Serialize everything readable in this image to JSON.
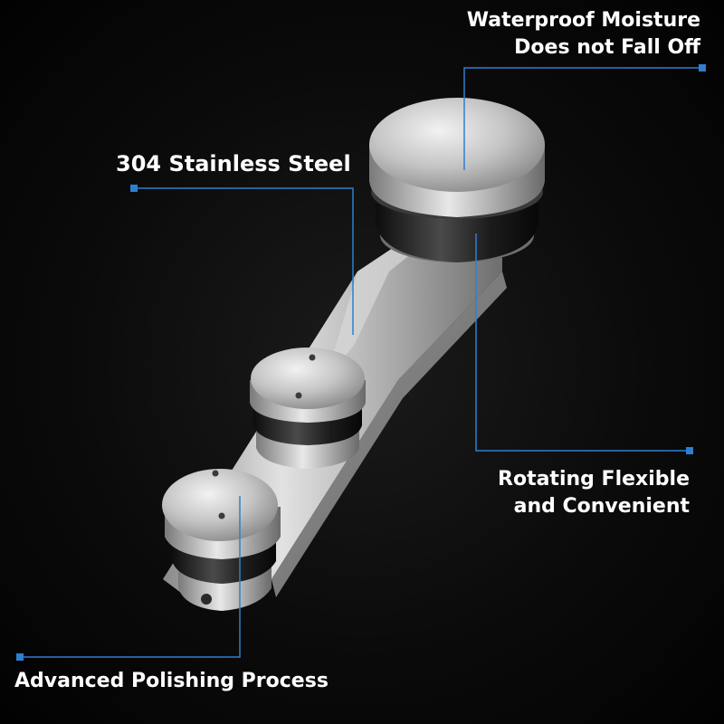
{
  "annotations": {
    "waterproof": {
      "line1": "Waterproof Moisture",
      "line2": "Does not Fall Off"
    },
    "steel": {
      "text": "304 Stainless Steel"
    },
    "rotating": {
      "line1": "Rotating Flexible",
      "line2": "and Convenient"
    },
    "polishing": {
      "text": "Advanced Polishing Process"
    }
  },
  "colors": {
    "background": "#000000",
    "leader_line": "#2f7fd0",
    "label_text": "#ffffff"
  },
  "image": {
    "subject": "stainless-steel-sliding-door-roller-hardware"
  }
}
